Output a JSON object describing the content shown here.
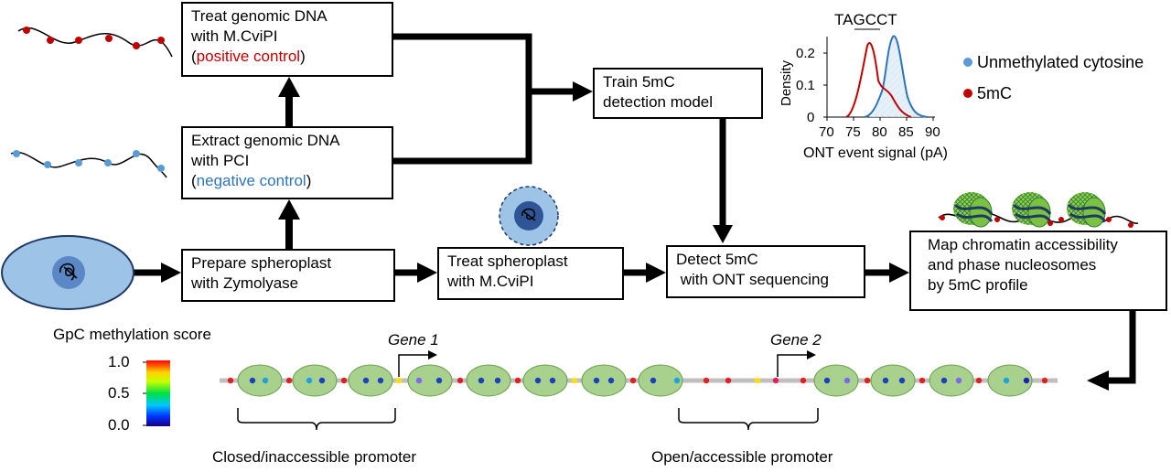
{
  "boxes": {
    "treat_genomic": {
      "line1": "Treat genomic DNA",
      "line2": "with M.CviPI",
      "paren_open": "(",
      "control": "positive control",
      "paren_close": ")"
    },
    "extract_genomic": {
      "line1": "Extract genomic DNA",
      "line2": "with PCI",
      "paren_open": "(",
      "control": "negative control",
      "paren_close": ")"
    },
    "prepare": {
      "line1": "Prepare spheroplast",
      "line2": "with Zymolyase"
    },
    "treat_spheroplast": {
      "line1": "Treat spheroplast",
      "line2": "with M.CviPI"
    },
    "train": {
      "line1": "Train 5mC",
      "line2": "detection model"
    },
    "detect": {
      "line1": "Detect 5mC",
      "line2": " with ONT sequencing"
    },
    "map": {
      "line1": "Map chromatin accessibility",
      "line2": "and phase nucleosomes",
      "line3": "by 5mC profile"
    }
  },
  "density_plot": {
    "motif_prefix": "TA",
    "motif_underlined": "GC",
    "motif_suffix": "CT",
    "ylabel": "Density",
    "xlabel": "ONT event signal (pA)",
    "x_ticks": [
      "70",
      "75",
      "80",
      "85",
      "90"
    ],
    "y_ticks": [
      "0.2",
      "0.1",
      "0"
    ],
    "legend": [
      "Unmethylated cytosine",
      "5mC"
    ]
  },
  "scale": {
    "title": "GpC methylation score",
    "ticks": [
      "1.0",
      "0.5",
      "0.0"
    ]
  },
  "genes": [
    "Gene 1",
    "Gene 2"
  ],
  "promoters": [
    "Closed/inaccessible promoter",
    "Open/accessible promoter"
  ],
  "colors": {
    "methylated": "#c00000",
    "unmethylated": "#5b9bd5",
    "nucleosome": "#a9d18e",
    "cell": "#9dc3e6",
    "nucleus": "#2f5597",
    "curve_methylated": "#c00000",
    "curve_unmethylated": "#2e75b6"
  }
}
